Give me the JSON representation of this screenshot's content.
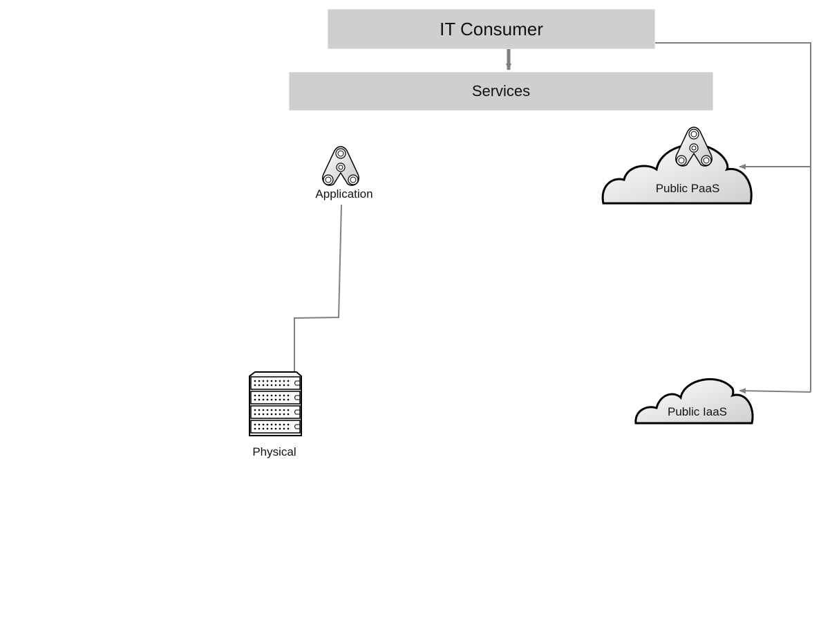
{
  "diagram": {
    "nodes": {
      "it_consumer": {
        "label": "IT Consumer"
      },
      "services": {
        "label": "Services"
      },
      "application": {
        "label": "Application",
        "icon": "application-icon"
      },
      "physical": {
        "label": "Physical",
        "icon": "server-rack-icon"
      },
      "public_paas": {
        "label": "Public PaaS",
        "icon": "cloud-application-icon"
      },
      "public_iaas": {
        "label": "Public IaaS",
        "icon": "cloud-icon"
      }
    },
    "edges": [
      {
        "from": "IT Consumer",
        "to": "Services",
        "arrow": true
      },
      {
        "from": "IT Consumer",
        "to": "Public PaaS",
        "arrow": true
      },
      {
        "from": "IT Consumer",
        "to": "Public IaaS",
        "arrow": true
      },
      {
        "from": "Application",
        "to": "Physical",
        "arrow": false
      }
    ],
    "colors": {
      "box_fill": "#cfcfcf",
      "connector": "#808080",
      "icon_stroke": "#000000"
    }
  }
}
